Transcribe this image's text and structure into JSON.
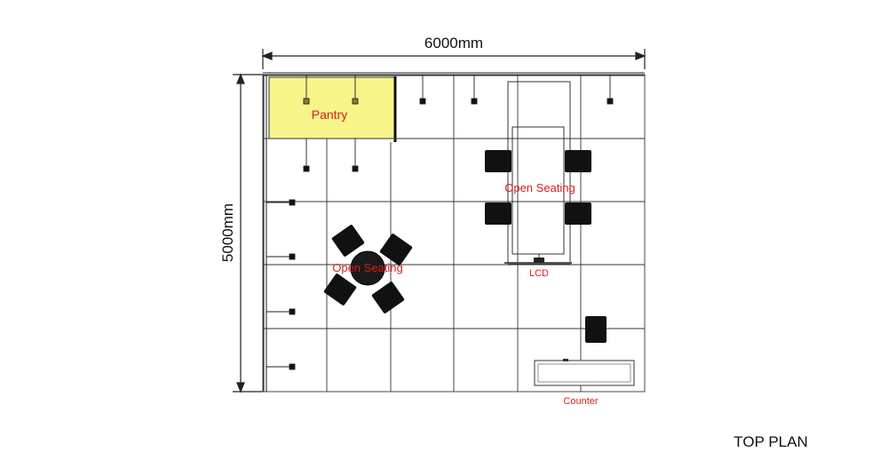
{
  "plan": {
    "width_label": "6000mm",
    "height_label": "5000mm",
    "title": "TOP PLAN"
  },
  "labels": {
    "pantry": "Pantry",
    "open_seating_right": "Open Seating",
    "open_seating_left": "Open Seating",
    "lcd": "LCD",
    "counter": "Counter"
  },
  "colors": {
    "line": "#222222",
    "grid": "#333333",
    "label_red": "#d81e1e",
    "pantry_fill": "#f7f48a",
    "furniture": "#111111",
    "light_fixture": "#8a7d2a"
  }
}
